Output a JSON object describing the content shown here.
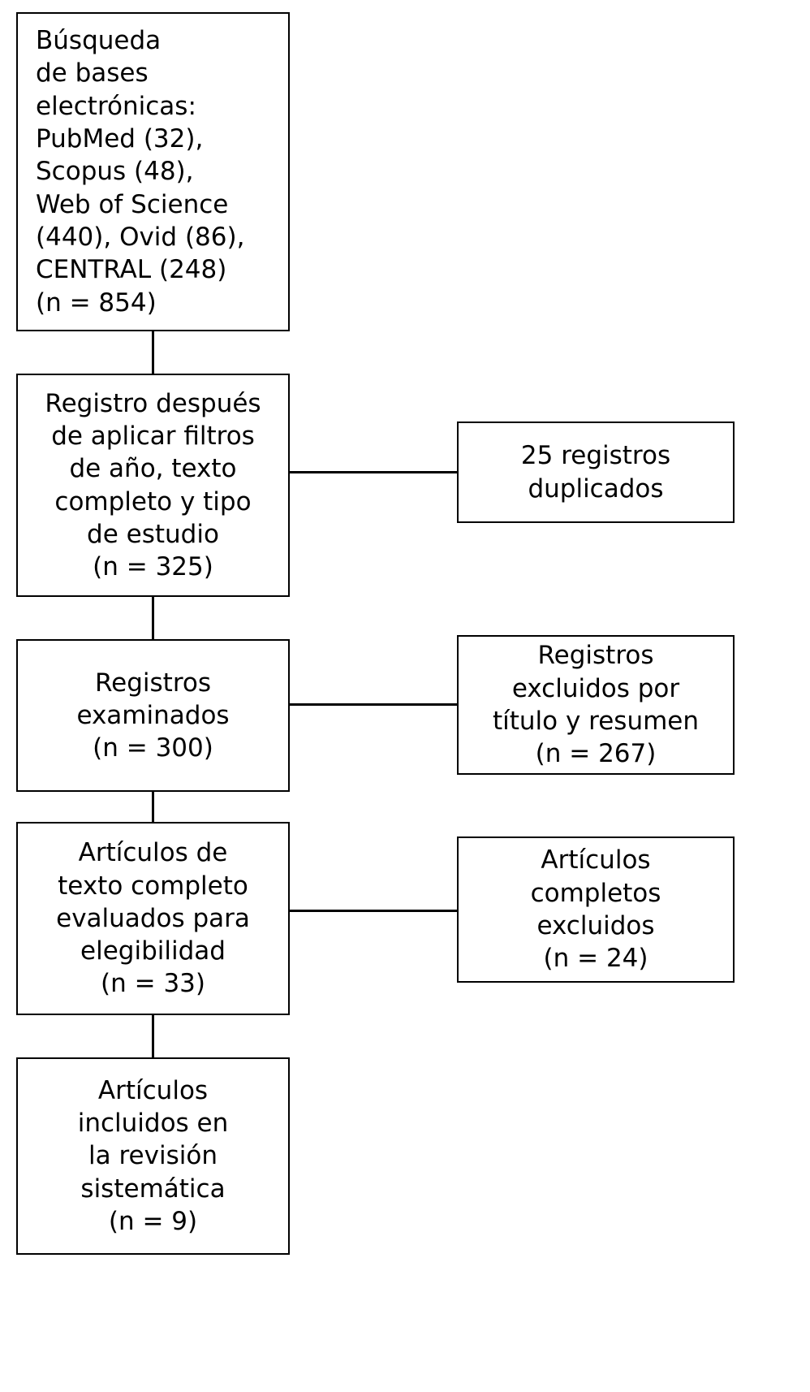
{
  "diagram": {
    "type": "prisma-flow-diagram",
    "language": "es",
    "colors": {
      "background": "#ffffff",
      "stroke": "#000000",
      "text": "#000000"
    },
    "stages": [
      {
        "id": "identificacion",
        "label": "Búsqueda\nde bases\nelectrónicas:\nPubMed (32),\nScopus (48),\nWeb of Science\n(440), Ovid (86),\nCENTRAL (248)\n(n = 854)",
        "n": 854,
        "sources": [
          {
            "name": "PubMed",
            "count": 32
          },
          {
            "name": "Scopus",
            "count": 48
          },
          {
            "name": "Web of Science",
            "count": 440
          },
          {
            "name": "Ovid",
            "count": 86
          },
          {
            "name": "CENTRAL",
            "count": 248
          }
        ]
      },
      {
        "id": "filtros",
        "label": "Registro después\nde aplicar filtros\nde año, texto\ncompleto y tipo\nde estudio\n(n = 325)",
        "n": 325
      },
      {
        "id": "examinados",
        "label": "Registros\nexaminados\n(n = 300)",
        "n": 300
      },
      {
        "id": "elegibilidad",
        "label": "Artículos de\ntexto completo\nevaluados para\nelegibilidad\n(n = 33)",
        "n": 33
      },
      {
        "id": "incluidos",
        "label": "Artículos\nincluidos en\nla revisión\nsistemática\n(n = 9)",
        "n": 9
      }
    ],
    "exclusions": [
      {
        "id": "duplicados",
        "label": "25 registros\nduplicados",
        "n": 25
      },
      {
        "id": "excluidos-titulo-resumen",
        "label": "Registros\nexcluidos por\ntítulo y resumen\n(n = 267)",
        "n": 267
      },
      {
        "id": "excluidos-completos",
        "label": "Artículos\ncompletos\nexcluidos\n(n = 24)",
        "n": 24
      }
    ]
  }
}
